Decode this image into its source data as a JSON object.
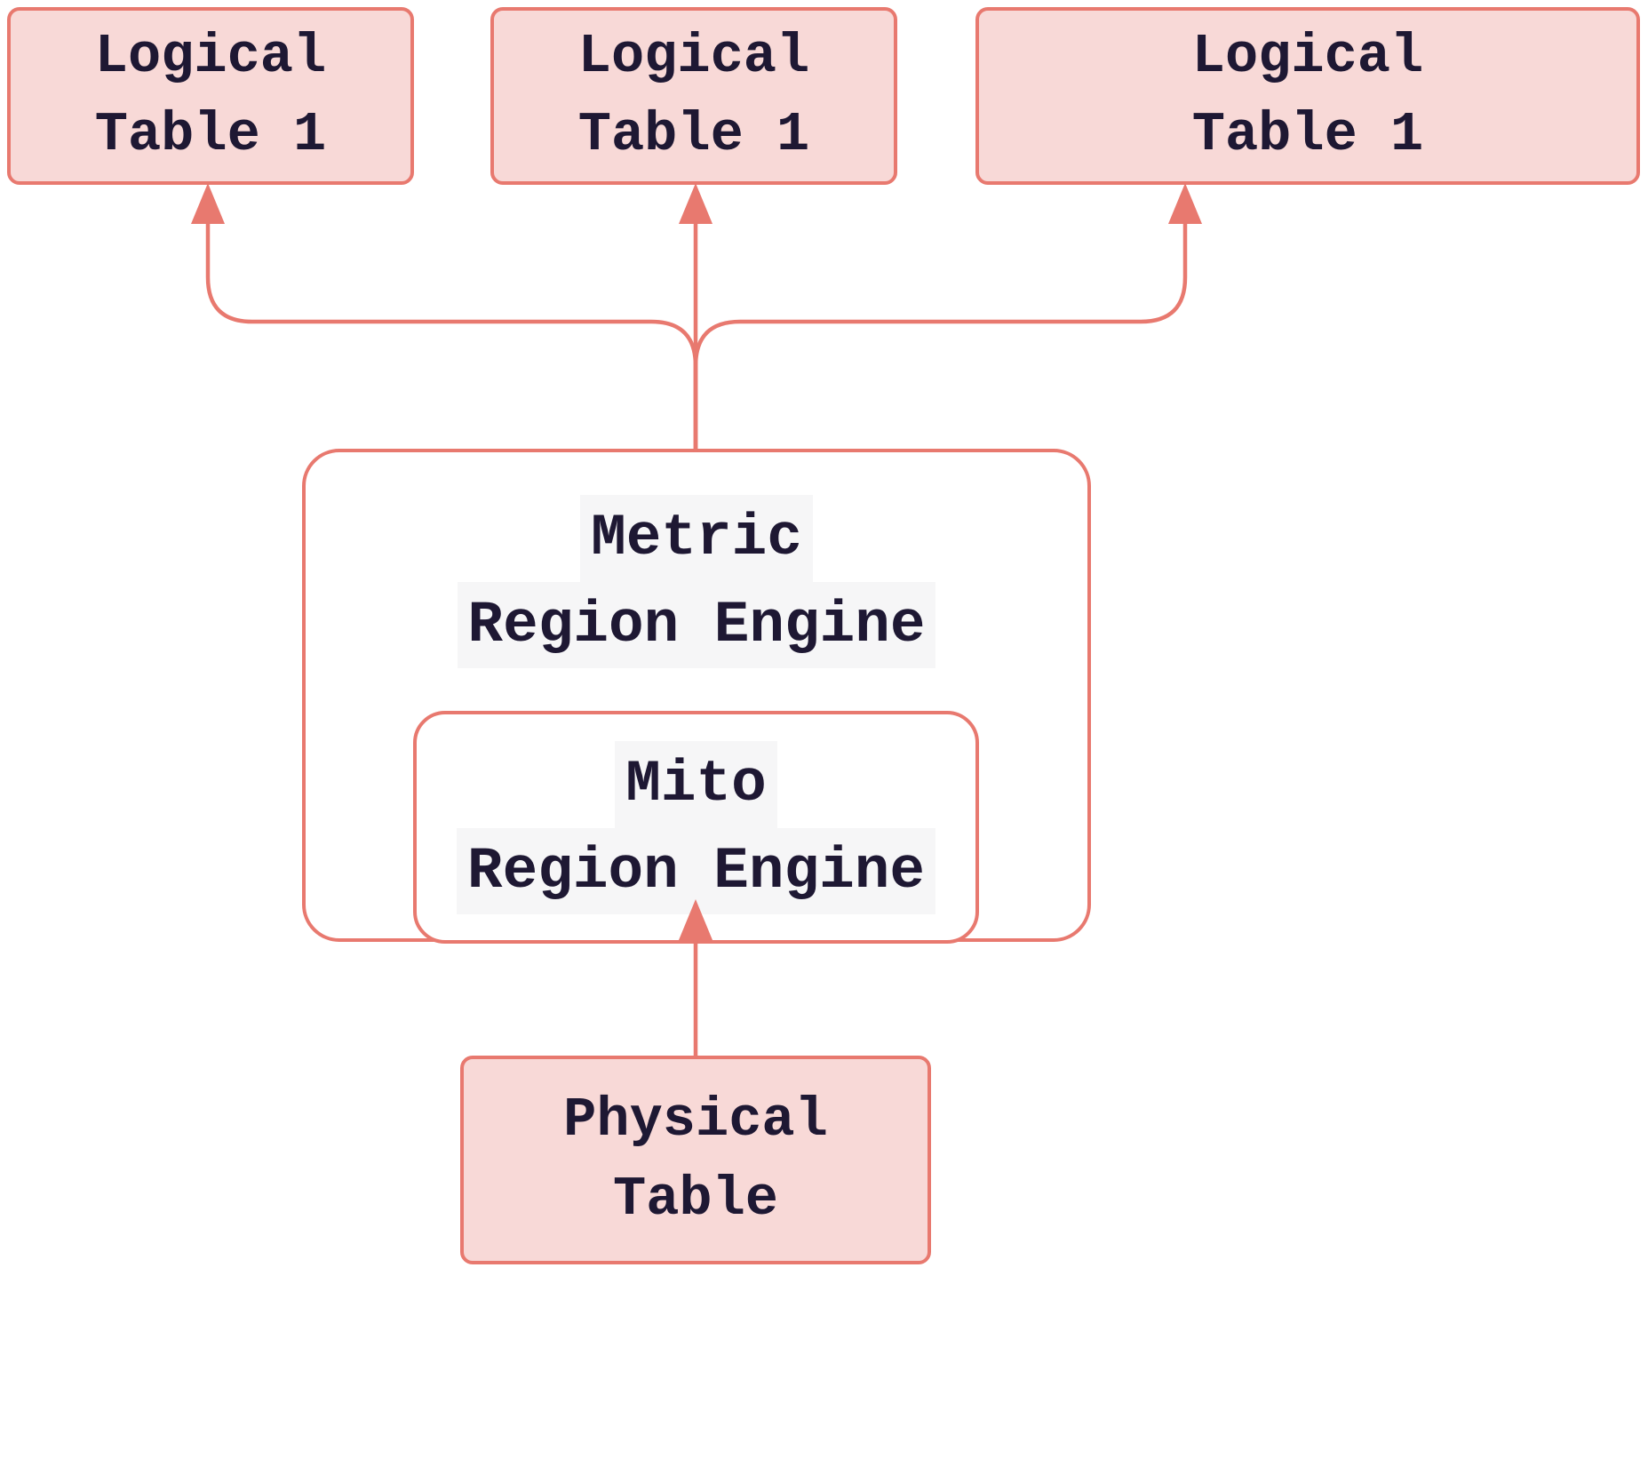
{
  "diagram": {
    "colors": {
      "node_fill": "#f8d9d7",
      "stroke": "#e8796f",
      "text": "#1e1833",
      "canvas": "#ffffff",
      "label_highlight": "#f6f6f7"
    },
    "nodes": {
      "logical_table_a": {
        "line1": "Logical",
        "line2": "Table 1"
      },
      "logical_table_b": {
        "line1": "Logical",
        "line2": "Table 1"
      },
      "logical_table_c": {
        "line1": "Logical",
        "line2": "Table 1"
      },
      "metric_region_engine": {
        "line1": "Metric",
        "line2": "Region Engine"
      },
      "mito_region_engine": {
        "line1": "Mito",
        "line2": "Region Engine"
      },
      "physical_table": {
        "line1": "Physical",
        "line2": "Table"
      }
    },
    "edges": [
      {
        "from": "metric_region_engine",
        "to": "logical_table_a"
      },
      {
        "from": "metric_region_engine",
        "to": "logical_table_b"
      },
      {
        "from": "metric_region_engine",
        "to": "logical_table_c"
      },
      {
        "from": "physical_table",
        "to": "mito_region_engine"
      }
    ]
  }
}
